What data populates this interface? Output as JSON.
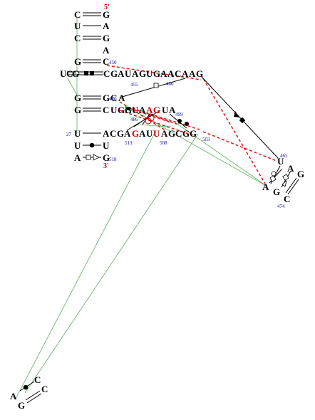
{
  "colors": {
    "nucleotide": "#000000",
    "highlight": "#cc0000",
    "number": "#1010a0",
    "pair_line": "#000000",
    "tertiary_red": "#e02020",
    "tertiary_green": "#44aa44"
  },
  "labels": {
    "five_prime": "5'",
    "three_prime": "3'"
  },
  "numbers": {
    "n450": "450",
    "n455": "455",
    "n460": "460",
    "n465": "465",
    "n474": "474",
    "n27": "27",
    "n513": "513",
    "n508": "508",
    "n503": "503",
    "n518": "518",
    "n499": "499",
    "n486": "486",
    "n480": "480"
  },
  "nucleotides": {
    "left_col": [
      "C",
      "U",
      "C",
      "G",
      "G",
      "G",
      "U",
      "U",
      "A"
    ],
    "right_col": [
      "G",
      "A",
      "G",
      "A",
      "C"
    ],
    "row_455": [
      "U",
      "C",
      "G",
      "C",
      "G",
      "A",
      "U",
      "A",
      "G",
      "U",
      "G",
      "A",
      "A",
      "C",
      "A",
      "A",
      "G"
    ],
    "row_ca": [
      "G",
      "C",
      "A"
    ],
    "row_cugg": [
      "C",
      "U",
      "G",
      "G",
      "U",
      "A",
      "A",
      "G",
      "U",
      "A"
    ],
    "row_acga": [
      "A",
      "C",
      "G",
      "A",
      "G",
      "A",
      "U",
      "U",
      "A",
      "G",
      "C",
      "G",
      "G"
    ],
    "row_u": [
      "U"
    ],
    "row_g": [
      "G"
    ],
    "loop_474": [
      "U",
      "A",
      "G",
      "A",
      "G",
      "C"
    ],
    "loop_bottom": [
      "C",
      "A",
      "C",
      "G"
    ]
  }
}
